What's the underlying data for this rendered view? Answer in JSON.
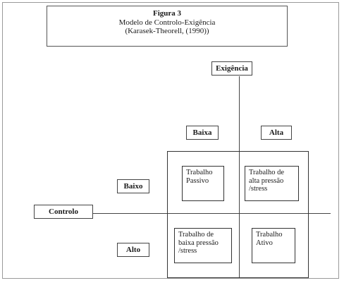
{
  "title": {
    "figure": "Figura 3",
    "subtitle": "Modelo de Controlo-Exigência",
    "citation": "(Karasek-Theorell,  (1990))"
  },
  "axes": {
    "demand_label": "Exigência",
    "control_label": "Controlo",
    "demand_low": "Baixa",
    "demand_high": "Alta",
    "control_low": "Baixo",
    "control_high": "Alto"
  },
  "quadrants": {
    "passive": [
      "Trabalho",
      "Passivo"
    ],
    "high_strain": [
      "Trabalho de",
      "alta pressão",
      "/stress"
    ],
    "low_strain": [
      "Trabalho de",
      "baixa pressão",
      "/stress"
    ],
    "active": [
      "Trabalho",
      "Ativo"
    ]
  }
}
